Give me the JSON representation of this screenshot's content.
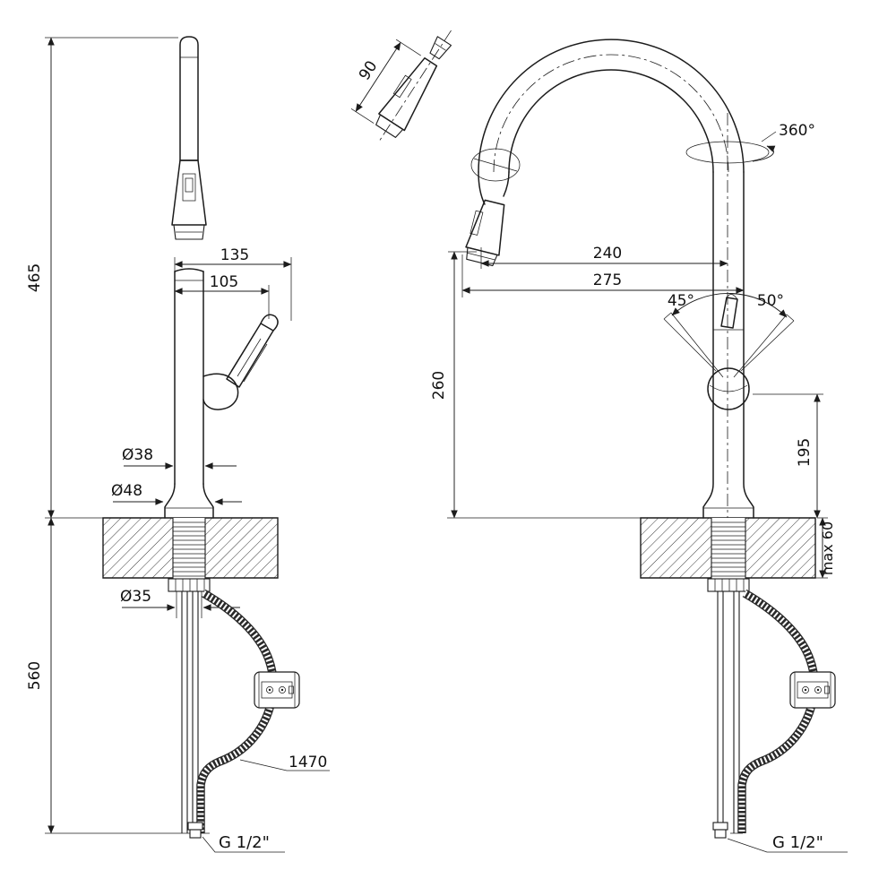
{
  "title": "Pull-down kitchen faucet dimensional drawing",
  "colors": {
    "line": "#1c1c1c",
    "background": "#ffffff"
  },
  "front": {
    "dim465": "465",
    "dim560": "560",
    "dim135": "135",
    "dim105": "105",
    "dia38": "Ø38",
    "dia48": "Ø48",
    "dia35": "Ø35",
    "hose1470": "1470",
    "thread": "G 1/2\""
  },
  "side": {
    "dim90": "90",
    "swivel360": "360°",
    "dim240": "240",
    "dim275": "275",
    "angle45": "45°",
    "angle50": "50°",
    "dim260": "260",
    "dim195": "195",
    "max60": "max 60",
    "thread": "G 1/2\""
  }
}
